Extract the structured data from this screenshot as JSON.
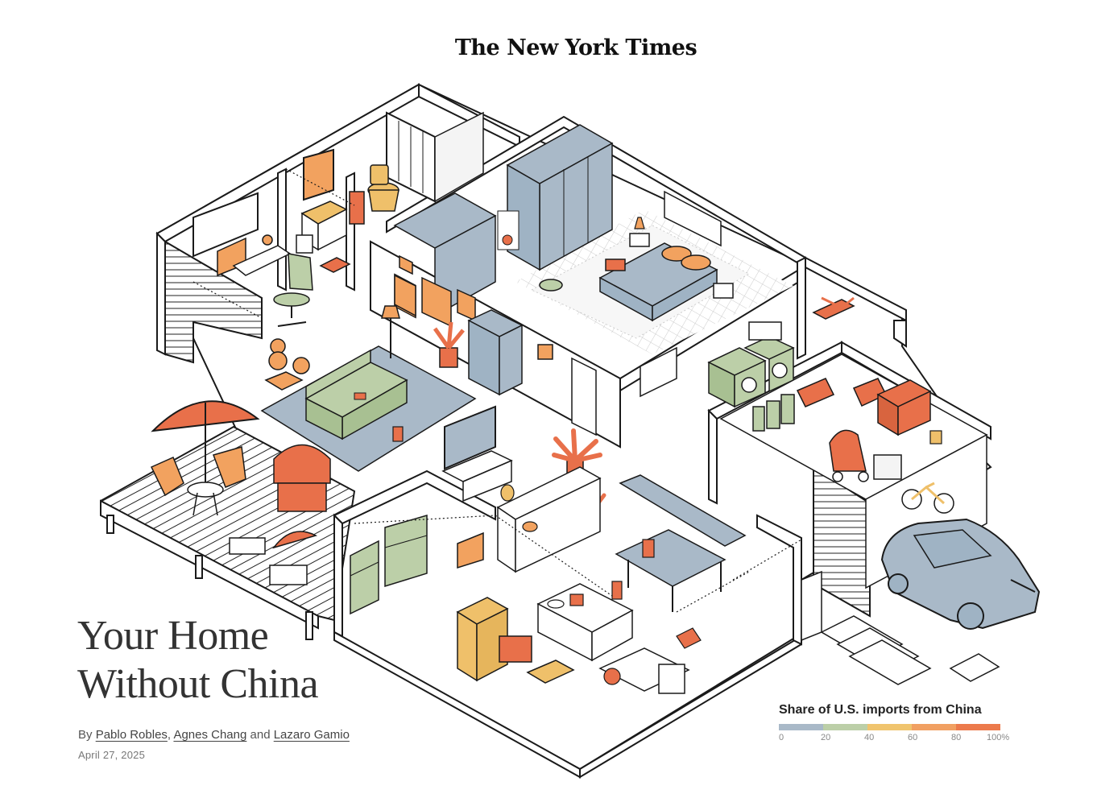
{
  "masthead": "The New York Times",
  "headline": {
    "line1": "Your Home",
    "line2": "Without China"
  },
  "byline": {
    "prefix": "By",
    "author1": "Pablo Robles",
    "sep1": ",",
    "author2": "Agnes Chang",
    "sep2": "and",
    "author3": "Lazaro Gamio"
  },
  "date": "April 27, 2025",
  "legend": {
    "title": "Share of U.S. imports from China",
    "ticks": [
      "0",
      "20",
      "40",
      "60",
      "80",
      "100%"
    ],
    "colors": [
      "#a9b9c8",
      "#bccfa8",
      "#f0c46e",
      "#f1a062",
      "#ec7a4c"
    ]
  },
  "colors": {
    "slate": "#9fb3c4",
    "sage": "#bad0a3",
    "mustard": "#efc06a",
    "apricot": "#f2a25f",
    "vermilion": "#e8704a",
    "ink": "#1a1a1a"
  }
}
